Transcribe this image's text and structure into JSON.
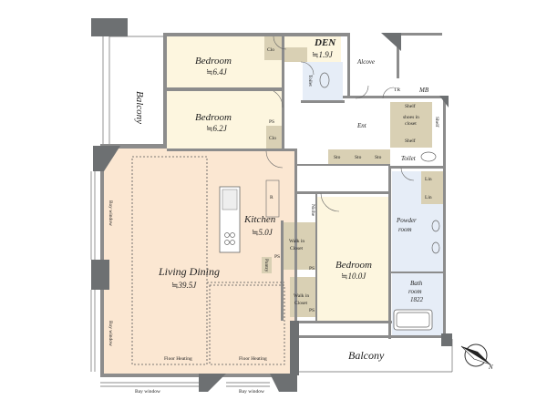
{
  "rooms": {
    "bedroom1": {
      "name": "Bedroom",
      "area": "≒6.4J"
    },
    "bedroom2": {
      "name": "Bedroom",
      "area": "≒6.2J"
    },
    "bedroom3": {
      "name": "Bedroom",
      "area": "≒10.0J"
    },
    "den": {
      "name": "DEN",
      "area": "≒1.9J"
    },
    "kitchen": {
      "name": "Kitchen",
      "area": "≒5.0J"
    },
    "living": {
      "name": "Living Dining",
      "area": "≒39.5J"
    },
    "alcove": "Alcove",
    "entrance": "Ent",
    "toilet1": "Toilet",
    "toilet2": "Toilet",
    "powder": {
      "line1": "Powder",
      "line2": "room"
    },
    "bath": {
      "line1": "Bath",
      "line2": "room",
      "line3": "1822"
    },
    "shoes": {
      "line1": "shoes in",
      "line2": "closet"
    },
    "walkin1": {
      "line1": "Walk in",
      "line2": "Closet"
    },
    "walkin2": {
      "line1": "Walk in",
      "line2": "Closet"
    },
    "balcony_left": "Balcony",
    "balcony_bottom": "Balcony"
  },
  "labels": {
    "clo": "Clo",
    "ps": "PS",
    "sto": "Sto",
    "shelf": "Shelf",
    "lin": "Lin",
    "tr": "TR",
    "mb": "MB",
    "r": "R",
    "niche": "Niche",
    "pantry": "Pantry",
    "floor_heating": "Floor Heating",
    "bay_window": "Bay window",
    "compass_n": "N"
  },
  "colors": {
    "living_floor": "#fbe7d2",
    "bedroom_floor": "#fdf6df",
    "closet_fill": "#d9d0b4",
    "wet_floor": "#e6edf7",
    "wall": "#8c8c8c",
    "pillar": "#6d7072"
  }
}
